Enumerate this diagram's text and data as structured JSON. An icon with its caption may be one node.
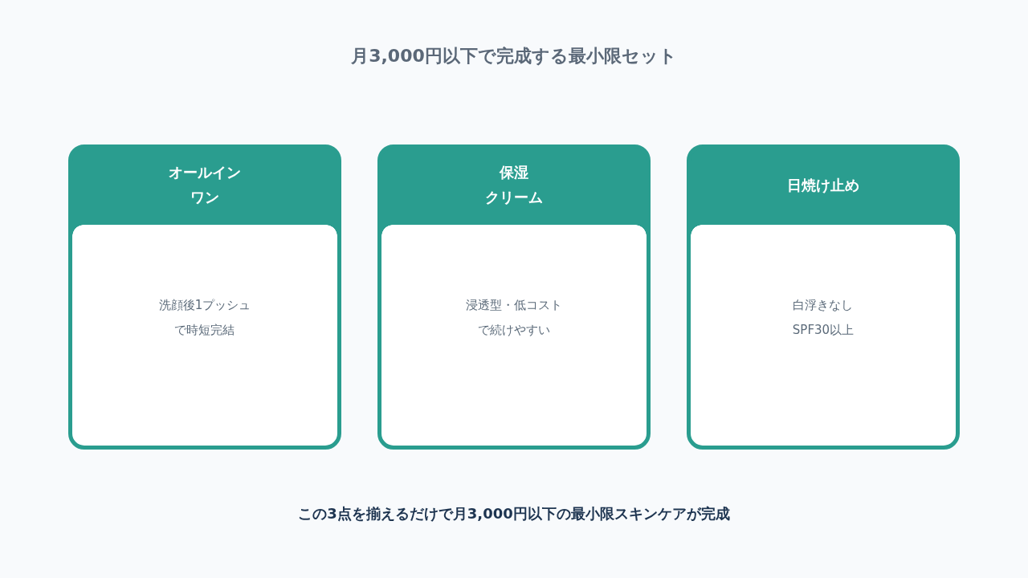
{
  "diagram": {
    "title": "月3,000円以下で完成する最小限セット",
    "nodes": [
      {
        "text": [
          "オールインワン",
          "洗顔後1プッシュで時短完結"
        ]
      },
      {
        "text": [
          "保湿クリーム",
          "浸透型・低コストで続けやすい"
        ]
      },
      {
        "text": [
          "日焼け止め",
          "白浮きなしSPF30以上"
        ]
      }
    ],
    "caption": "この3点を揃えるだけで月3,000円以下の最小限スキンケアが完成"
  }
}
